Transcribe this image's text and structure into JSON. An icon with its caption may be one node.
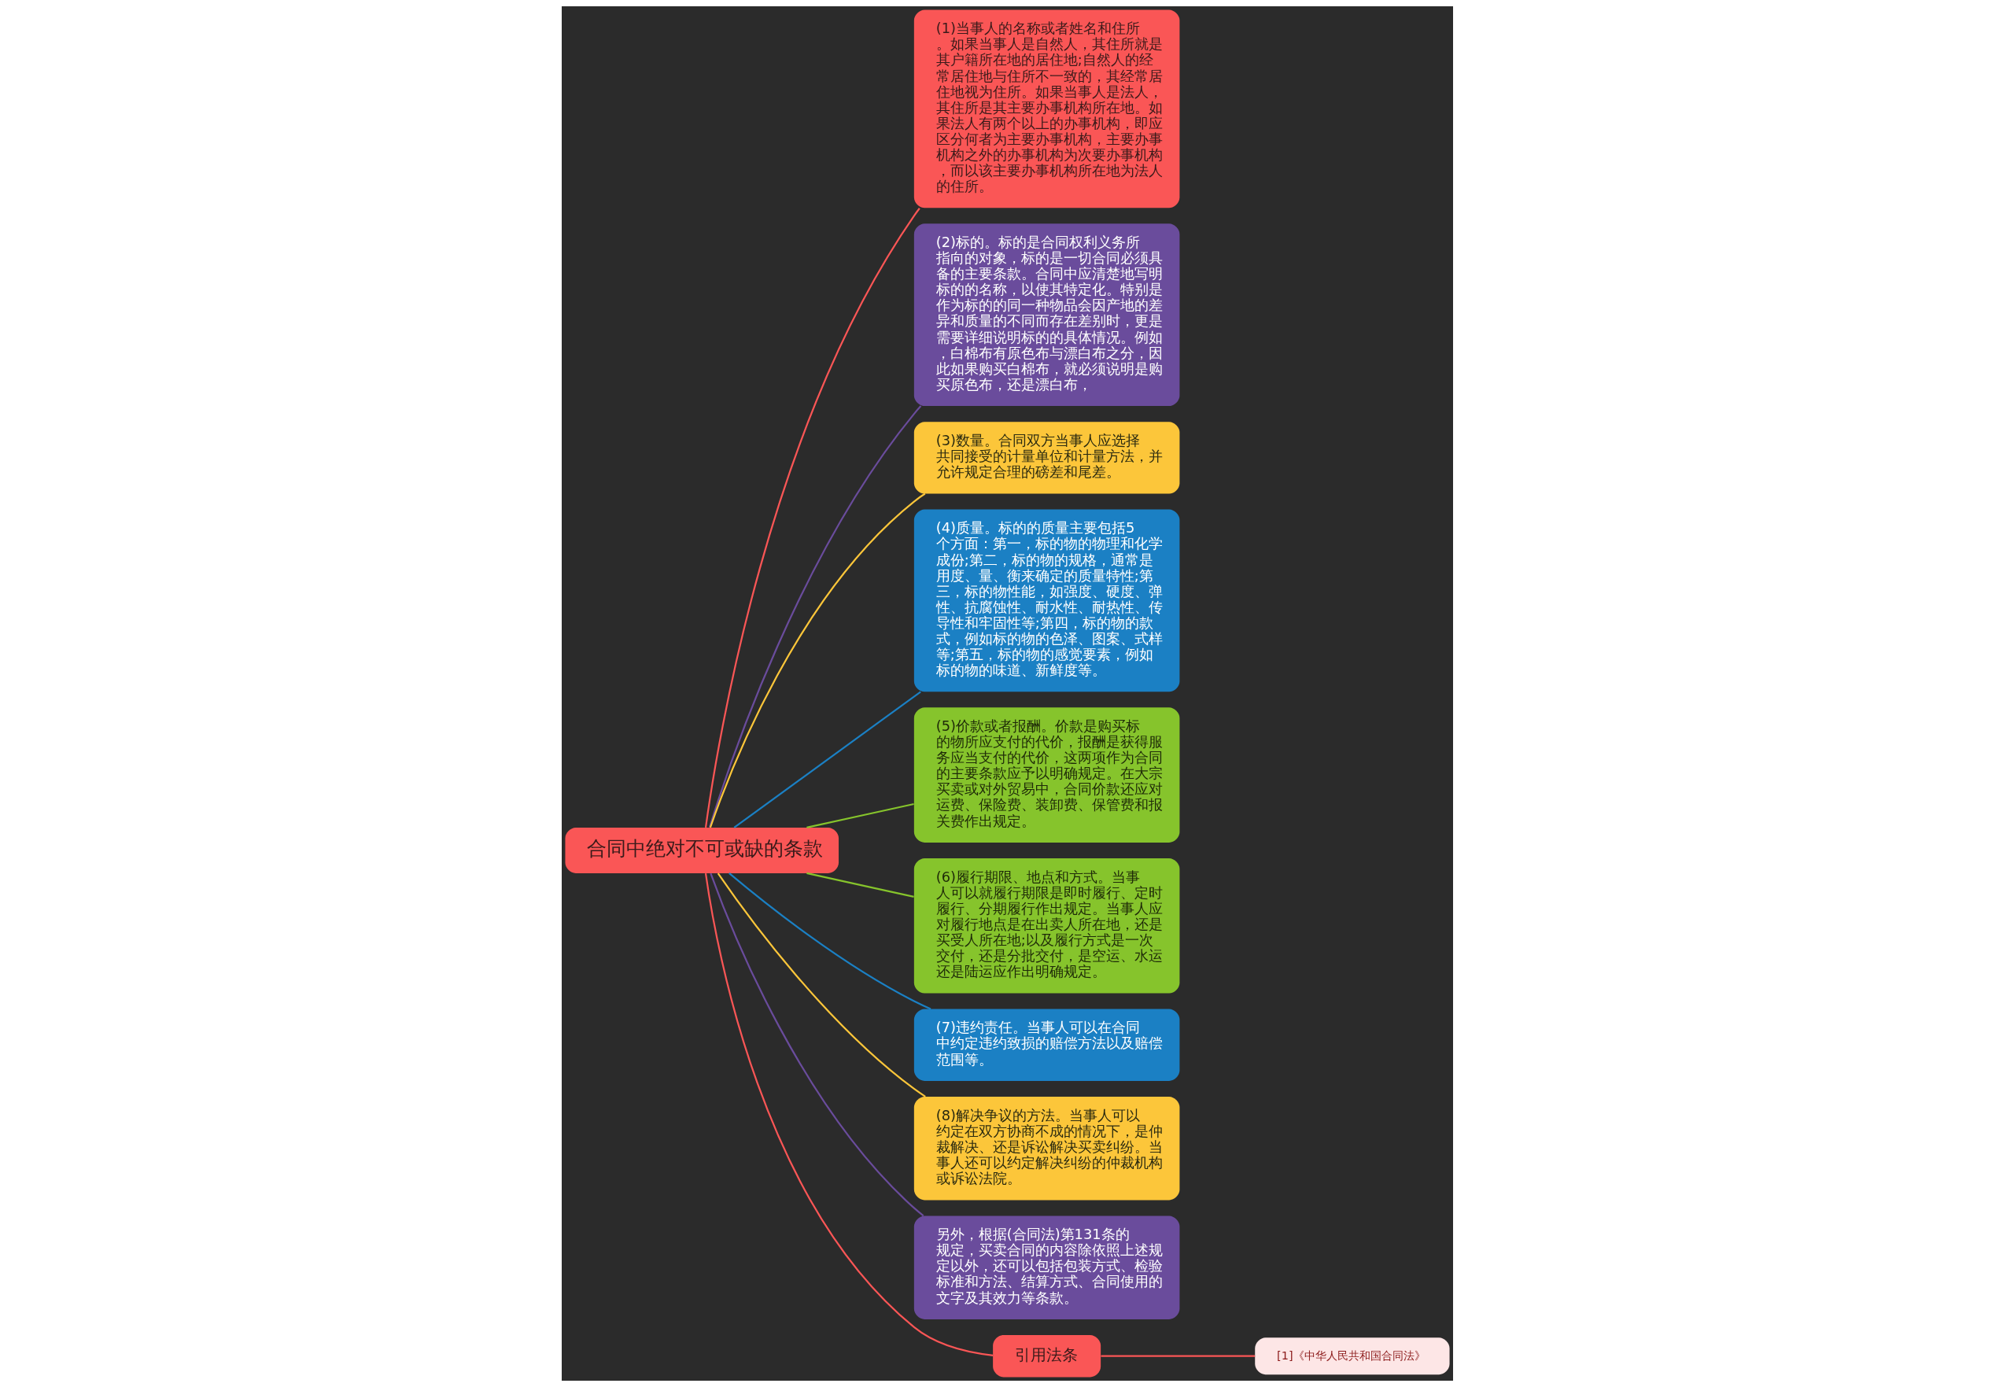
{
  "diagram": {
    "nodes": [
      {
        "text": [
          "合同中绝对不可或缺的条款"
        ]
      },
      {
        "text": [
          "(1)当事人的名称或者姓名和住所。如果当事人是自然人，其住所就是其户籍所在地的居住地;自然人的经常居住地与住所不一致的，其经常居住地视为住所。如果当事人是法人，其住所是其主要办事机构所在地。如果法人有两个以上的办事机构，即应区分何者为主要办事机构，主要办事机构之外的办事机构为次要办事机构，而以该主要办事机构所在地为法人的住所。"
        ]
      },
      {
        "text": [
          "(2)标的。标的是合同权利义务所指向的对象，标的是一切合同必须具备的主要条款。合同中应清楚地写明标的的名称，以使其特定化。特别是作为标的的同一种物品会因产地的差异和质量的不同而存在差别时，更是需要详细说明标的的具体情况。例如，白棉布有原色布与漂白布之分，因此如果购买白棉布，就必须说明是购买原色布，还是漂白布，"
        ]
      },
      {
        "text": [
          "(3)数量。合同双方当事人应选择共同接受的计量单位和计量方法，并允许规定合理的磅差和尾差。"
        ]
      },
      {
        "text": [
          "(4)质量。标的的质量主要包括5个方面：第一，标的物的物理和化学成份;第二，标的物的规格，通常是用度、量、衡来确定的质量特性;第三，标的物性能，如强度、硬度、弹性、抗腐蚀性、耐水性、耐热性、传导性和牢固性等;第四，标的物的款式，例如标的物的色泽、图案、式样等;第五，标的物的感觉要素，例如标的物的味道、新鲜度等。"
        ]
      },
      {
        "text": [
          "(5)价款或者报酬。价款是购买标的物所应支付的代价，报酬是获得服务应当支付的代价，这两项作为合同的主要条款应予以明确规定。在大宗买卖或对外贸易中，合同价款还应对运费、保险费、装卸费、保管费和报关费作出规定。"
        ]
      },
      {
        "text": [
          "(6)履行期限、地点和方式。当事人可以就履行期限是即时履行、定时履行、分期履行作出规定。当事人应对履行地点是在出卖人所在地，还是买受人所在地;以及履行方式是一次交付，还是分批交付，是空运、水运还是陆运应作出明确规定。"
        ]
      },
      {
        "text": [
          "(7)违约责任。当事人可以在合同中约定违约致损的赔偿方法以及赔偿范围等。"
        ]
      },
      {
        "text": [
          "(8)解决争议的方法。当事人可以约定在双方协商不成的情况下，是仲裁解决、还是诉讼解决买卖纠纷。当事人还可以约定解决纠纷的仲裁机构或诉讼法院。"
        ]
      },
      {
        "text": [
          "另外，根据(合同法)第131条的规定，买卖合同的内容除依照上述规定以外，还可以包括包装方式、检验标准和方法、结算方式、合同使用的文字及其效力等条款。"
        ]
      },
      {
        "text": [
          "引用法条"
        ]
      },
      {
        "text": [
          "[1]《中华人民共和国合同法》"
        ]
      }
    ],
    "edges": [
      {
        "from": 0,
        "to": 2,
        "arrow": "none",
        "color": "#6a4c9c"
      },
      {
        "from": 0,
        "to": 1,
        "arrow": "none"
      },
      {
        "from": 0,
        "to": 4,
        "arrow": "none",
        "color": "#1b80c4"
      },
      {
        "from": 0,
        "to": 3,
        "arrow": "none",
        "color": "#fcc63a"
      },
      {
        "from": 0,
        "to": 6,
        "arrow": "none",
        "color": "#86c42c"
      },
      {
        "from": 0,
        "to": 5,
        "arrow": "none",
        "color": "#86c42c"
      },
      {
        "from": 0,
        "to": 8,
        "arrow": "none",
        "color": "#fcc63a"
      },
      {
        "from": 0,
        "to": 7,
        "arrow": "none",
        "color": "#1b80c4"
      },
      {
        "from": 0,
        "to": 10,
        "arrow": "none"
      },
      {
        "from": 0,
        "to": 9,
        "arrow": "none",
        "color": "#6a4c9c"
      },
      {
        "from": 10,
        "to": 11,
        "arrow": "none"
      }
    ]
  }
}
